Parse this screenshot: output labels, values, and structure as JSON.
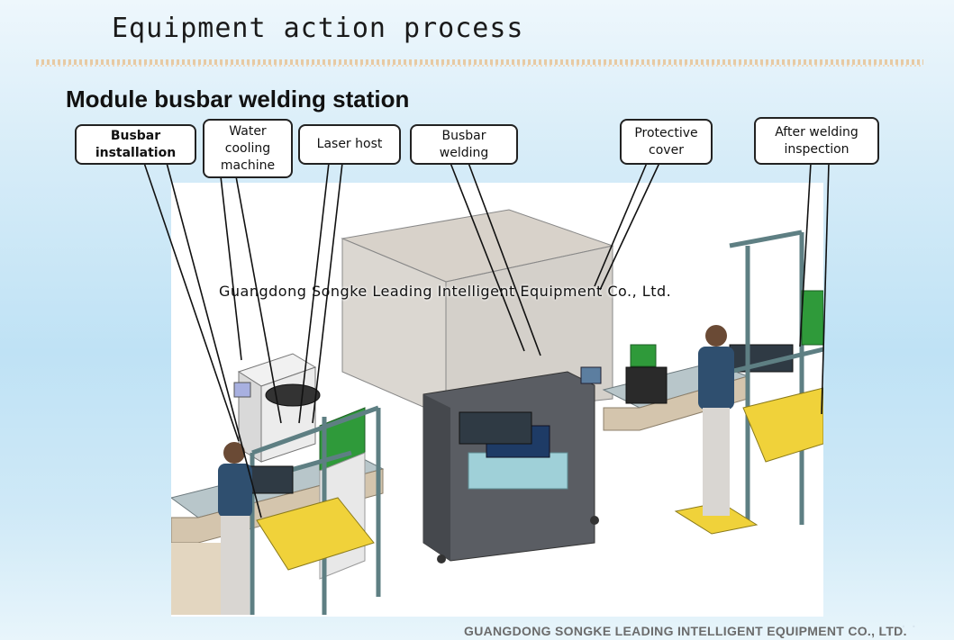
{
  "slide": {
    "title": "Equipment action process",
    "section_heading": "Module busbar welding station"
  },
  "callouts": [
    {
      "id": "busbar-installation",
      "label": "Busbar\ninstallation",
      "bold": true
    },
    {
      "id": "water-cooling-machine",
      "label": "Water\ncooling\nmachine",
      "bold": false
    },
    {
      "id": "laser-host",
      "label": "Laser host",
      "bold": false
    },
    {
      "id": "busbar-welding",
      "label": "Busbar\nwelding",
      "bold": false
    },
    {
      "id": "protective-cover",
      "label": "Protective\ncover",
      "bold": false
    },
    {
      "id": "after-welding-inspection",
      "label": "After welding\ninspection",
      "bold": false
    }
  ],
  "diagram": {
    "watermark": "Guangdong Songke Leading Intelligent Equipment Co., Ltd.",
    "colors": {
      "frame": "#5e7f83",
      "conveyor": "#7d8a8f",
      "base_plate": "#a6c9cf",
      "cabinet": "#5a5d63",
      "cover_glass": "#c9c3bb",
      "green_panel": "#2f9a3a",
      "yellow_mat": "#f0d23a",
      "operator_shirt": "#2f4f6f",
      "operator_pants": "#d9d6d2"
    }
  },
  "footer": {
    "company": "GUANGDONG SONGKE LEADING INTELLIGENT EQUIPMENT CO., LTD."
  }
}
